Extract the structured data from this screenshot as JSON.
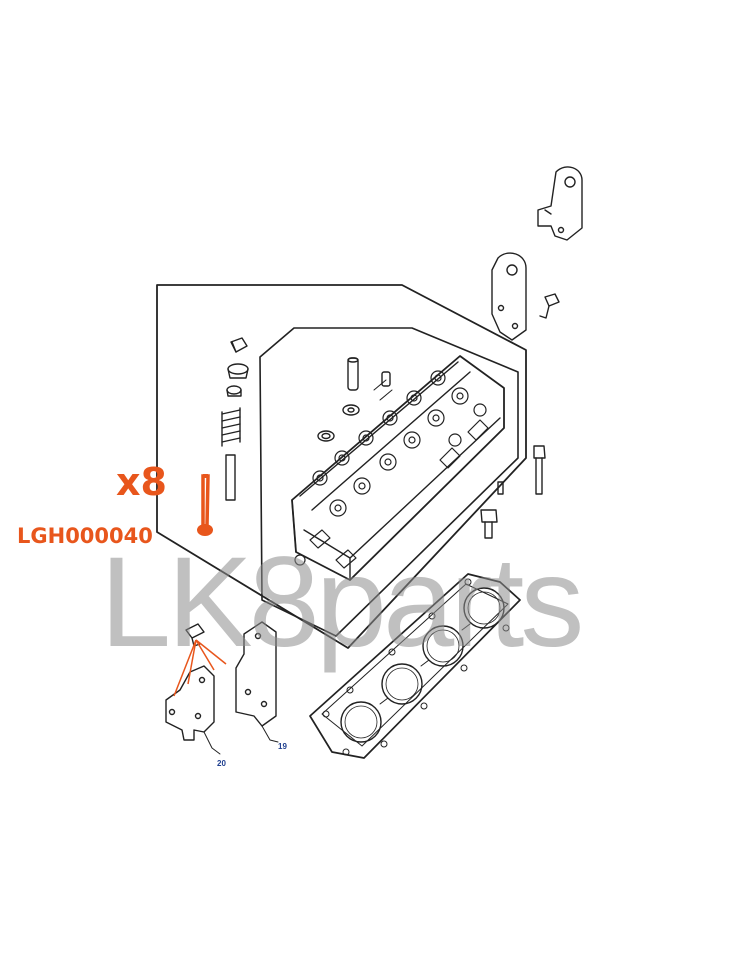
{
  "annotation": {
    "quantity": "x8",
    "part_number": "LGH000040",
    "accent_color": "#e8561c"
  },
  "watermark": {
    "text": "LK8parts"
  },
  "diagram": {
    "callouts": [
      "20",
      "19"
    ],
    "highlighted_part": "intake-valve",
    "leader_line_color": "#e8561c"
  }
}
